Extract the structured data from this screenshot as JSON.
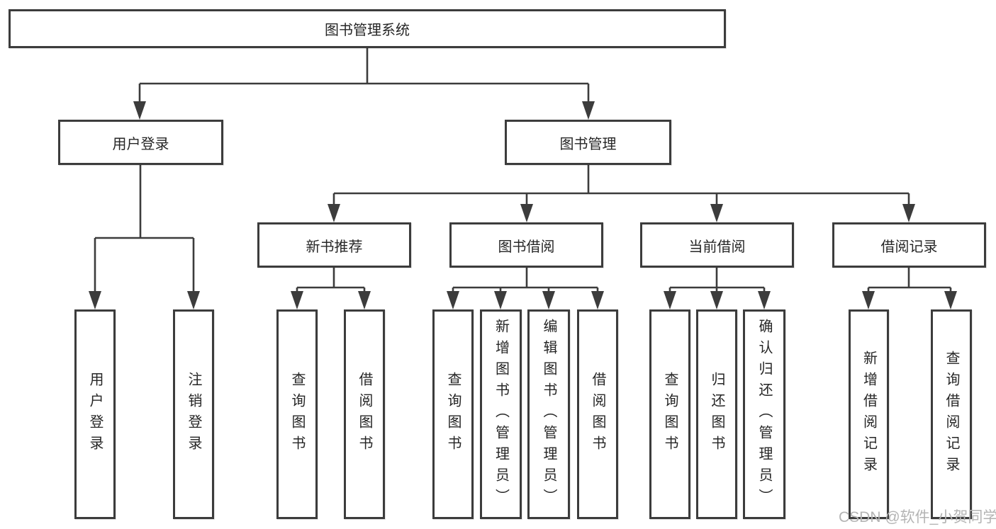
{
  "diagram": {
    "root": {
      "label": "图书管理系统"
    },
    "branches": [
      {
        "label": "用户登录",
        "leaves": [
          {
            "label": "用户登录"
          },
          {
            "label": "注销登录"
          }
        ]
      },
      {
        "label": "图书管理",
        "groups": [
          {
            "label": "新书推荐",
            "leaves": [
              {
                "label": "查询图书"
              },
              {
                "label": "借阅图书"
              }
            ]
          },
          {
            "label": "图书借阅",
            "leaves": [
              {
                "label": "查询图书"
              },
              {
                "label": "新增图书（管理员）"
              },
              {
                "label": "编辑图书（管理员）"
              },
              {
                "label": "借阅图书"
              }
            ]
          },
          {
            "label": "当前借阅",
            "leaves": [
              {
                "label": "查询图书"
              },
              {
                "label": "归还图书"
              },
              {
                "label": "确认归还（管理员）"
              }
            ]
          },
          {
            "label": "借阅记录",
            "leaves": [
              {
                "label": "新增借阅记录"
              },
              {
                "label": "查询借阅记录"
              }
            ]
          }
        ]
      }
    ]
  },
  "watermark": {
    "text": "CSDN @软件_小贺同学"
  },
  "colors": {
    "line": "#3c3c3c",
    "text": "#262626",
    "watermark": "#b4b4b4",
    "background": "#ffffff"
  }
}
